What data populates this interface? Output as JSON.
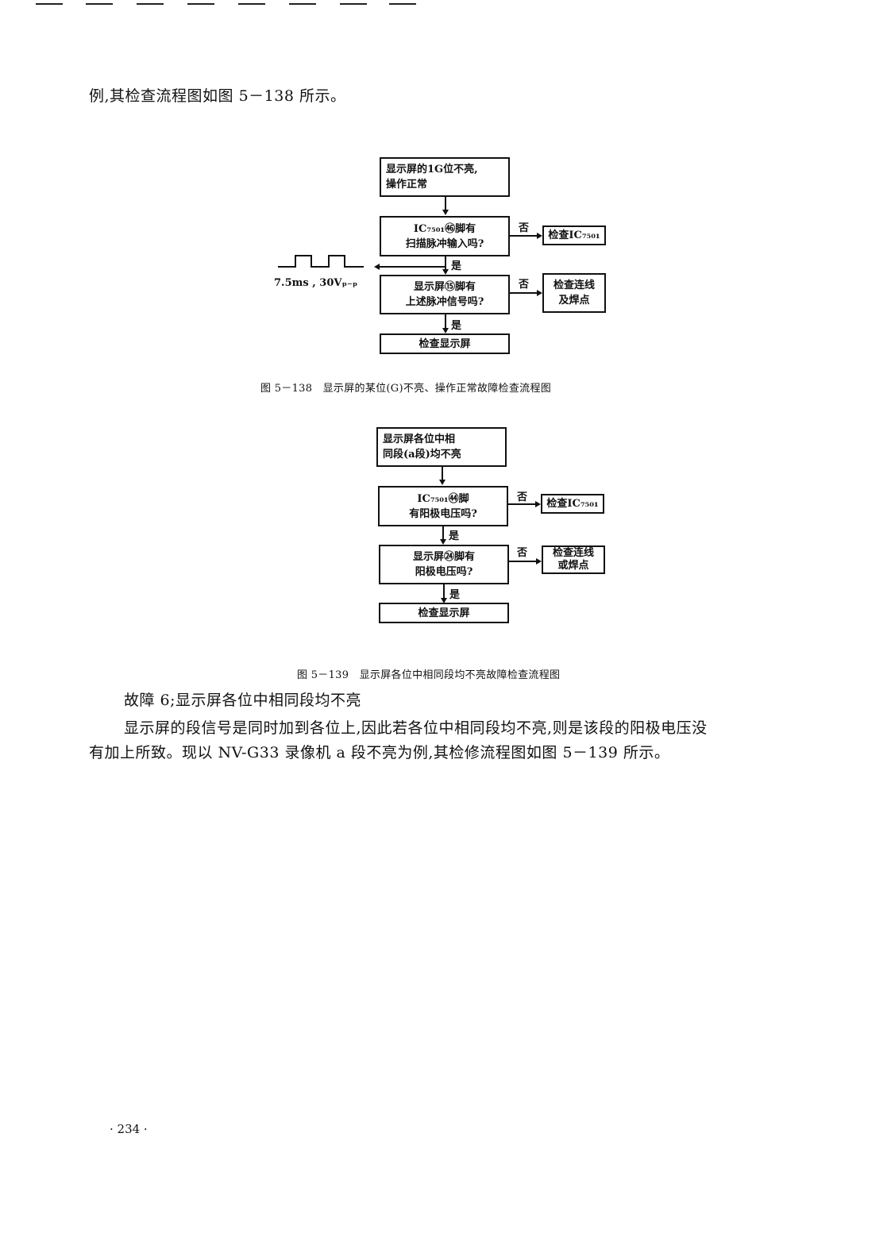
{
  "text": {
    "line1": "例,其检查流程图如图 5－138 所示。",
    "fault6_title": "故障 6;显示屏各位中相同段均不亮",
    "para_line1": "显示屏的段信号是同时加到各位上,因此若各位中相同段均不亮,则是该段的阳极电压没",
    "para_line2": "有加上所致。现以 NV-G33 录像机 a 段不亮为例,其检修流程图如图 5－139 所示。",
    "page_number": "· 234 ·"
  },
  "fig138": {
    "box1_l1": "显示屏的1G位不亮,",
    "box1_l2": "操作正常",
    "box2_l1": "IC₇₅₀₁㊻脚有",
    "box2_l2": "扫描脉冲输入吗?",
    "box3_l1": "显示屏⑮脚有",
    "box3_l2": "上述脉冲信号吗?",
    "box4": "检查显示屏",
    "side1": "检查IC₇₅₀₁",
    "side2_l1": "检查连线",
    "side2_l2": "及焊点",
    "no1": "否",
    "no2": "否",
    "yes1": "是",
    "yes2": "是",
    "pulse_label": "7.5ms , 30Vₚ₋ₚ",
    "caption": "图 5－138　显示屏的某位(G)不亮、操作正常故障检查流程图"
  },
  "fig139": {
    "box1_l1": "显示屏各位中相",
    "box1_l2": "同段(a段)均不亮",
    "box2_l1": "IC₇₅₀₁㊹脚",
    "box2_l2": "有阳极电压吗?",
    "box3_l1": "显示屏㉔脚有",
    "box3_l2": "阳极电压吗?",
    "box4": "检查显示屏",
    "side1": "检查IC₇₅₀₁",
    "side2_l1": "检查连线",
    "side2_l2": "或焊点",
    "no1": "否",
    "no2": "否",
    "yes1": "是",
    "yes2": "是",
    "caption": "图 5－139　显示屏各位中相同段均不亮故障检查流程图"
  }
}
